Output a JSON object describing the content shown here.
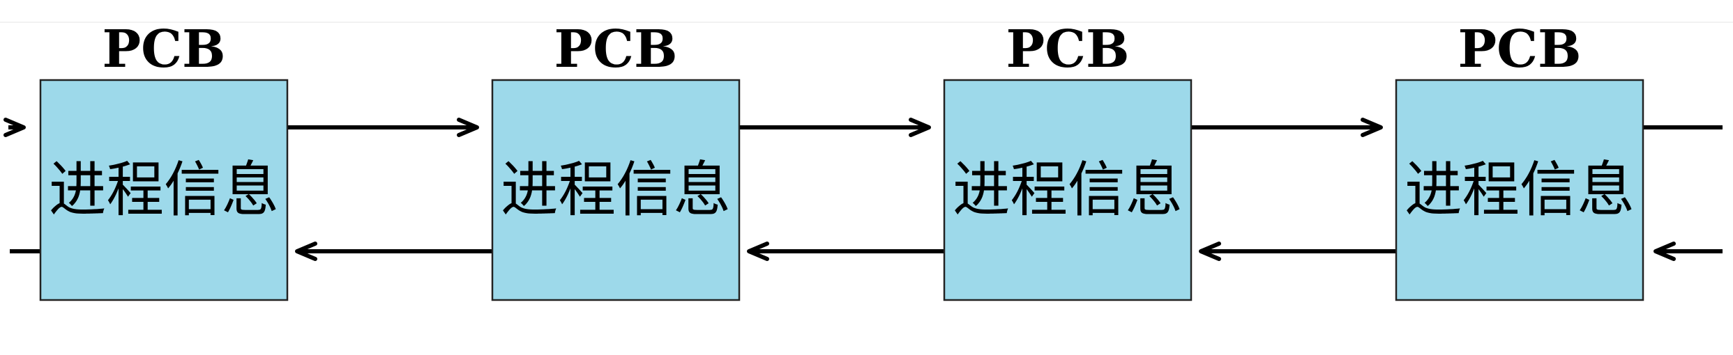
{
  "colors": {
    "box_fill": "#9dd9ea",
    "line": "#000000"
  },
  "nodes": [
    {
      "title": "PCB",
      "body": "进程信息"
    },
    {
      "title": "PCB",
      "body": "进程信息"
    },
    {
      "title": "PCB",
      "body": "进程信息"
    },
    {
      "title": "PCB",
      "body": "进程信息"
    }
  ],
  "links": {
    "forward_between_nodes": true,
    "backward_between_nodes": true,
    "incoming_forward_at_left_edge": true,
    "outgoing_backward_at_left_edge": true,
    "outgoing_forward_at_right_edge": true,
    "incoming_backward_at_right_edge": true
  }
}
